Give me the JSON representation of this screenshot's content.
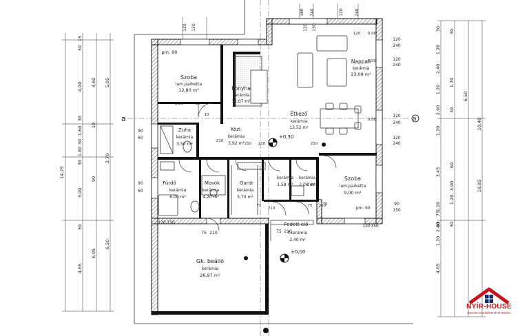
{
  "rooms": {
    "szoba1": {
      "name": "Szoba",
      "floor": "lam.parketta",
      "area": "12,80 m²",
      "pm": "pm: 90"
    },
    "konyha": {
      "name": "Konyha",
      "floor": "kerámia",
      "area": "11,07 m²"
    },
    "nappali": {
      "name": "Nappali",
      "floor": "kerámia",
      "area": "23,09 m²"
    },
    "etkezo": {
      "name": "Étkező",
      "floor": "kerámia",
      "area": "13,52 m²"
    },
    "zuhany": {
      "name": "Zuha",
      "floor": "kerámia",
      "area": "3,50 m²"
    },
    "kozl": {
      "name": "Közl.",
      "floor": "kerámia",
      "area": "5,92 m²"
    },
    "furdo": {
      "name": "Fürdő",
      "floor": "kerámia",
      "area": "6,00 m²"
    },
    "mosoko": {
      "name": "Mosók",
      "floor": "kerámia",
      "area": "4,20 m²"
    },
    "gardrob": {
      "name": "Gardr",
      "floor": "kerámia",
      "area": "5,70 m²"
    },
    "kamra": {
      "name": "",
      "floor": "kerámia",
      "area": "1,58 m²"
    },
    "wc": {
      "name": "",
      "floor": "kerámia",
      "area": "2,06 m²"
    },
    "szoba2": {
      "name": "Szoba",
      "floor": "lam.parketta",
      "area": "9,00 m²",
      "pm": "pm: 90"
    },
    "fedett": {
      "name": "Fedett elő",
      "floor": "f.kerámia",
      "area": "2,40 m²"
    },
    "garazs": {
      "name": "Gk. beálló",
      "floor": "kerámia",
      "area": "26,97 m²"
    }
  },
  "levels": {
    "upper": "+0,30",
    "lower": "±0,00"
  },
  "section": {
    "marker": "a"
  },
  "dims": {
    "left_outer": [
      "15",
      "30",
      "4,00",
      "30",
      "1,60",
      "30",
      "1,80",
      "30",
      "3,00",
      "30",
      "4,65"
    ],
    "left_inner": [
      "4,60",
      "10",
      "90",
      "6,05"
    ],
    "left_totals": [
      "5,05",
      "2,70",
      "6,50"
    ],
    "left_overall": "14,25",
    "right_outer": [
      "30",
      "1,20",
      "2,40",
      "1,20",
      "2,90",
      "1,20",
      "3,45",
      "1,20",
      "2,40",
      "1,20",
      "75",
      "30",
      "4,65"
    ],
    "right_inner": [
      "30",
      "1,70",
      "30",
      "60",
      "3,00",
      "1,20",
      "30"
    ],
    "right_totals": [
      "6,50",
      "10,40",
      "18,85"
    ],
    "top": [
      "120",
      "150",
      "180",
      "240",
      "120",
      "240",
      "120",
      "150"
    ],
    "openings": [
      "120",
      "240",
      "120",
      "240",
      "120",
      "240",
      "120",
      "240"
    ],
    "door_labels": [
      "90",
      "60",
      "90",
      "60",
      "75",
      "210",
      "75",
      "210",
      "120",
      "150",
      "120",
      "150",
      "90",
      "150"
    ],
    "inner_small": [
      "2,20",
      "10",
      "10",
      "210",
      "210",
      "210",
      "0,00",
      "0,00",
      "0,00",
      "120",
      "210",
      "75",
      "210",
      "75",
      "210",
      "2,00",
      "75"
    ]
  },
  "logo": {
    "name": "NYÍR-HOUSE",
    "sub": "INGATLANKÖZVETÍTŐ IRODA"
  },
  "colors": {
    "wall": "#111111",
    "hatch": "#777777",
    "line": "#333333",
    "accent": "#c4161c"
  }
}
